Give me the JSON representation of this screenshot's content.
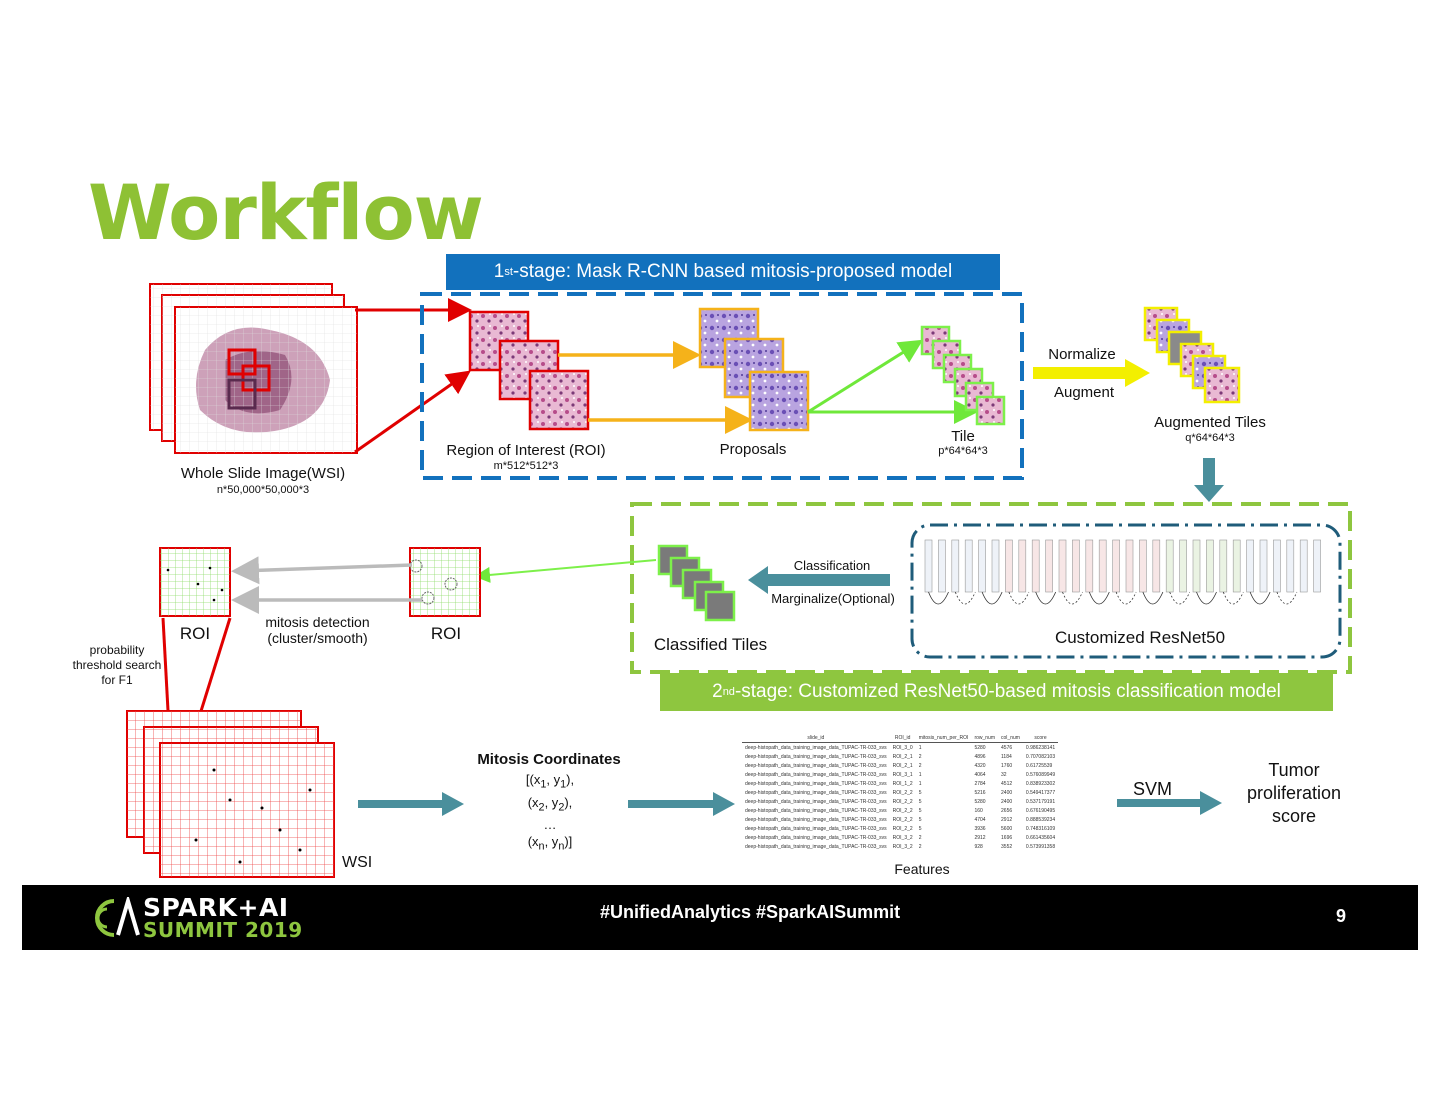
{
  "slide": {
    "title": "Workflow",
    "page_number": "9",
    "hashtags": "#UnifiedAnalytics #SparkAISummit"
  },
  "logo": {
    "line1": "SPARK+AI",
    "line2": "SUMMIT 2019"
  },
  "colors": {
    "green": "#8ec134",
    "blue": "#1271bd",
    "red": "#e00000",
    "orange": "#f5b21a",
    "light_green": "#7df04a",
    "yellow": "#f3ef00",
    "teal": "#4a8f9c"
  },
  "stage1": {
    "banner_prefix": "1",
    "banner_sup": "st",
    "banner_text": "-stage: Mask R-CNN based mitosis-proposed model",
    "wsi_label": "Whole Slide Image(WSI)",
    "wsi_dim": "n*50,000*50,000*3",
    "roi_label": "Region of Interest (ROI)",
    "roi_dim": "m*512*512*3",
    "proposals_label": "Proposals",
    "tile_label": "Tile",
    "tile_dim": "p*64*64*3",
    "normalize": "Normalize",
    "augment": "Augment",
    "aug_label": "Augmented Tiles",
    "aug_dim": "q*64*64*3"
  },
  "stage2": {
    "banner_prefix": "2",
    "banner_sup": "nd",
    "banner_text": "-stage: Customized ResNet50-based mitosis classification model",
    "classification": "Classification",
    "marginalize": "Marginalize(Optional)",
    "classified_label": "Classified Tiles",
    "resnet_label": "Customized ResNet50"
  },
  "detection": {
    "roi_left": "ROI",
    "roi_right": "ROI",
    "mitosis_line1": "mitosis detection",
    "mitosis_line2": "(cluster/smooth)",
    "prob_line1": "probability",
    "prob_line2": "threshold search",
    "prob_line3": "for F1",
    "wsi": "WSI"
  },
  "coords": {
    "title": "Mitosis Coordinates",
    "lines": [
      "[(x1, y1),",
      "(x2, y2),",
      "…",
      "(xn, yn)]"
    ]
  },
  "features": {
    "label": "Features",
    "headers": [
      "slide_id",
      "ROI_id",
      "mitosis_num_per_ROI",
      "row_num",
      "col_num",
      "score"
    ],
    "rows": [
      [
        "deep-histopath_data_training_image_data_TUPAC-TR-033_svs",
        "ROI_3_0",
        "1",
        "5280",
        "4576",
        "0.986238141"
      ],
      [
        "deep-histopath_data_training_image_data_TUPAC-TR-033_svs",
        "ROI_2_1",
        "2",
        "4896",
        "1184",
        "0.707082103"
      ],
      [
        "deep-histopath_data_training_image_data_TUPAC-TR-033_svs",
        "ROI_2_1",
        "2",
        "4320",
        "1760",
        "0.61725539"
      ],
      [
        "deep-histopath_data_training_image_data_TUPAC-TR-033_svs",
        "ROI_3_1",
        "1",
        "4064",
        "32",
        "0.576089949"
      ],
      [
        "deep-histopath_data_training_image_data_TUPAC-TR-033_svs",
        "ROI_1_2",
        "1",
        "2784",
        "4512",
        "0.838923302"
      ],
      [
        "deep-histopath_data_training_image_data_TUPAC-TR-033_svs",
        "ROI_2_2",
        "5",
        "5216",
        "2400",
        "0.549417377"
      ],
      [
        "deep-histopath_data_training_image_data_TUPAC-TR-033_svs",
        "ROI_2_2",
        "5",
        "5280",
        "2400",
        "0.537179191"
      ],
      [
        "deep-histopath_data_training_image_data_TUPAC-TR-033_svs",
        "ROI_2_2",
        "5",
        "160",
        "2656",
        "0.676190495"
      ],
      [
        "deep-histopath_data_training_image_data_TUPAC-TR-033_svs",
        "ROI_2_2",
        "5",
        "4704",
        "2912",
        "0.888539234"
      ],
      [
        "deep-histopath_data_training_image_data_TUPAC-TR-033_svs",
        "ROI_2_2",
        "5",
        "3936",
        "5600",
        "0.748316109"
      ],
      [
        "deep-histopath_data_training_image_data_TUPAC-TR-033_svs",
        "ROI_3_2",
        "2",
        "2912",
        "1696",
        "0.661435604"
      ],
      [
        "deep-histopath_data_training_image_data_TUPAC-TR-033_svs",
        "ROI_3_2",
        "2",
        "928",
        "3552",
        "0.573991358"
      ]
    ]
  },
  "output": {
    "svm": "SVM",
    "tumor_line1": "Tumor",
    "tumor_line2": "proliferation",
    "tumor_line3": "score"
  }
}
